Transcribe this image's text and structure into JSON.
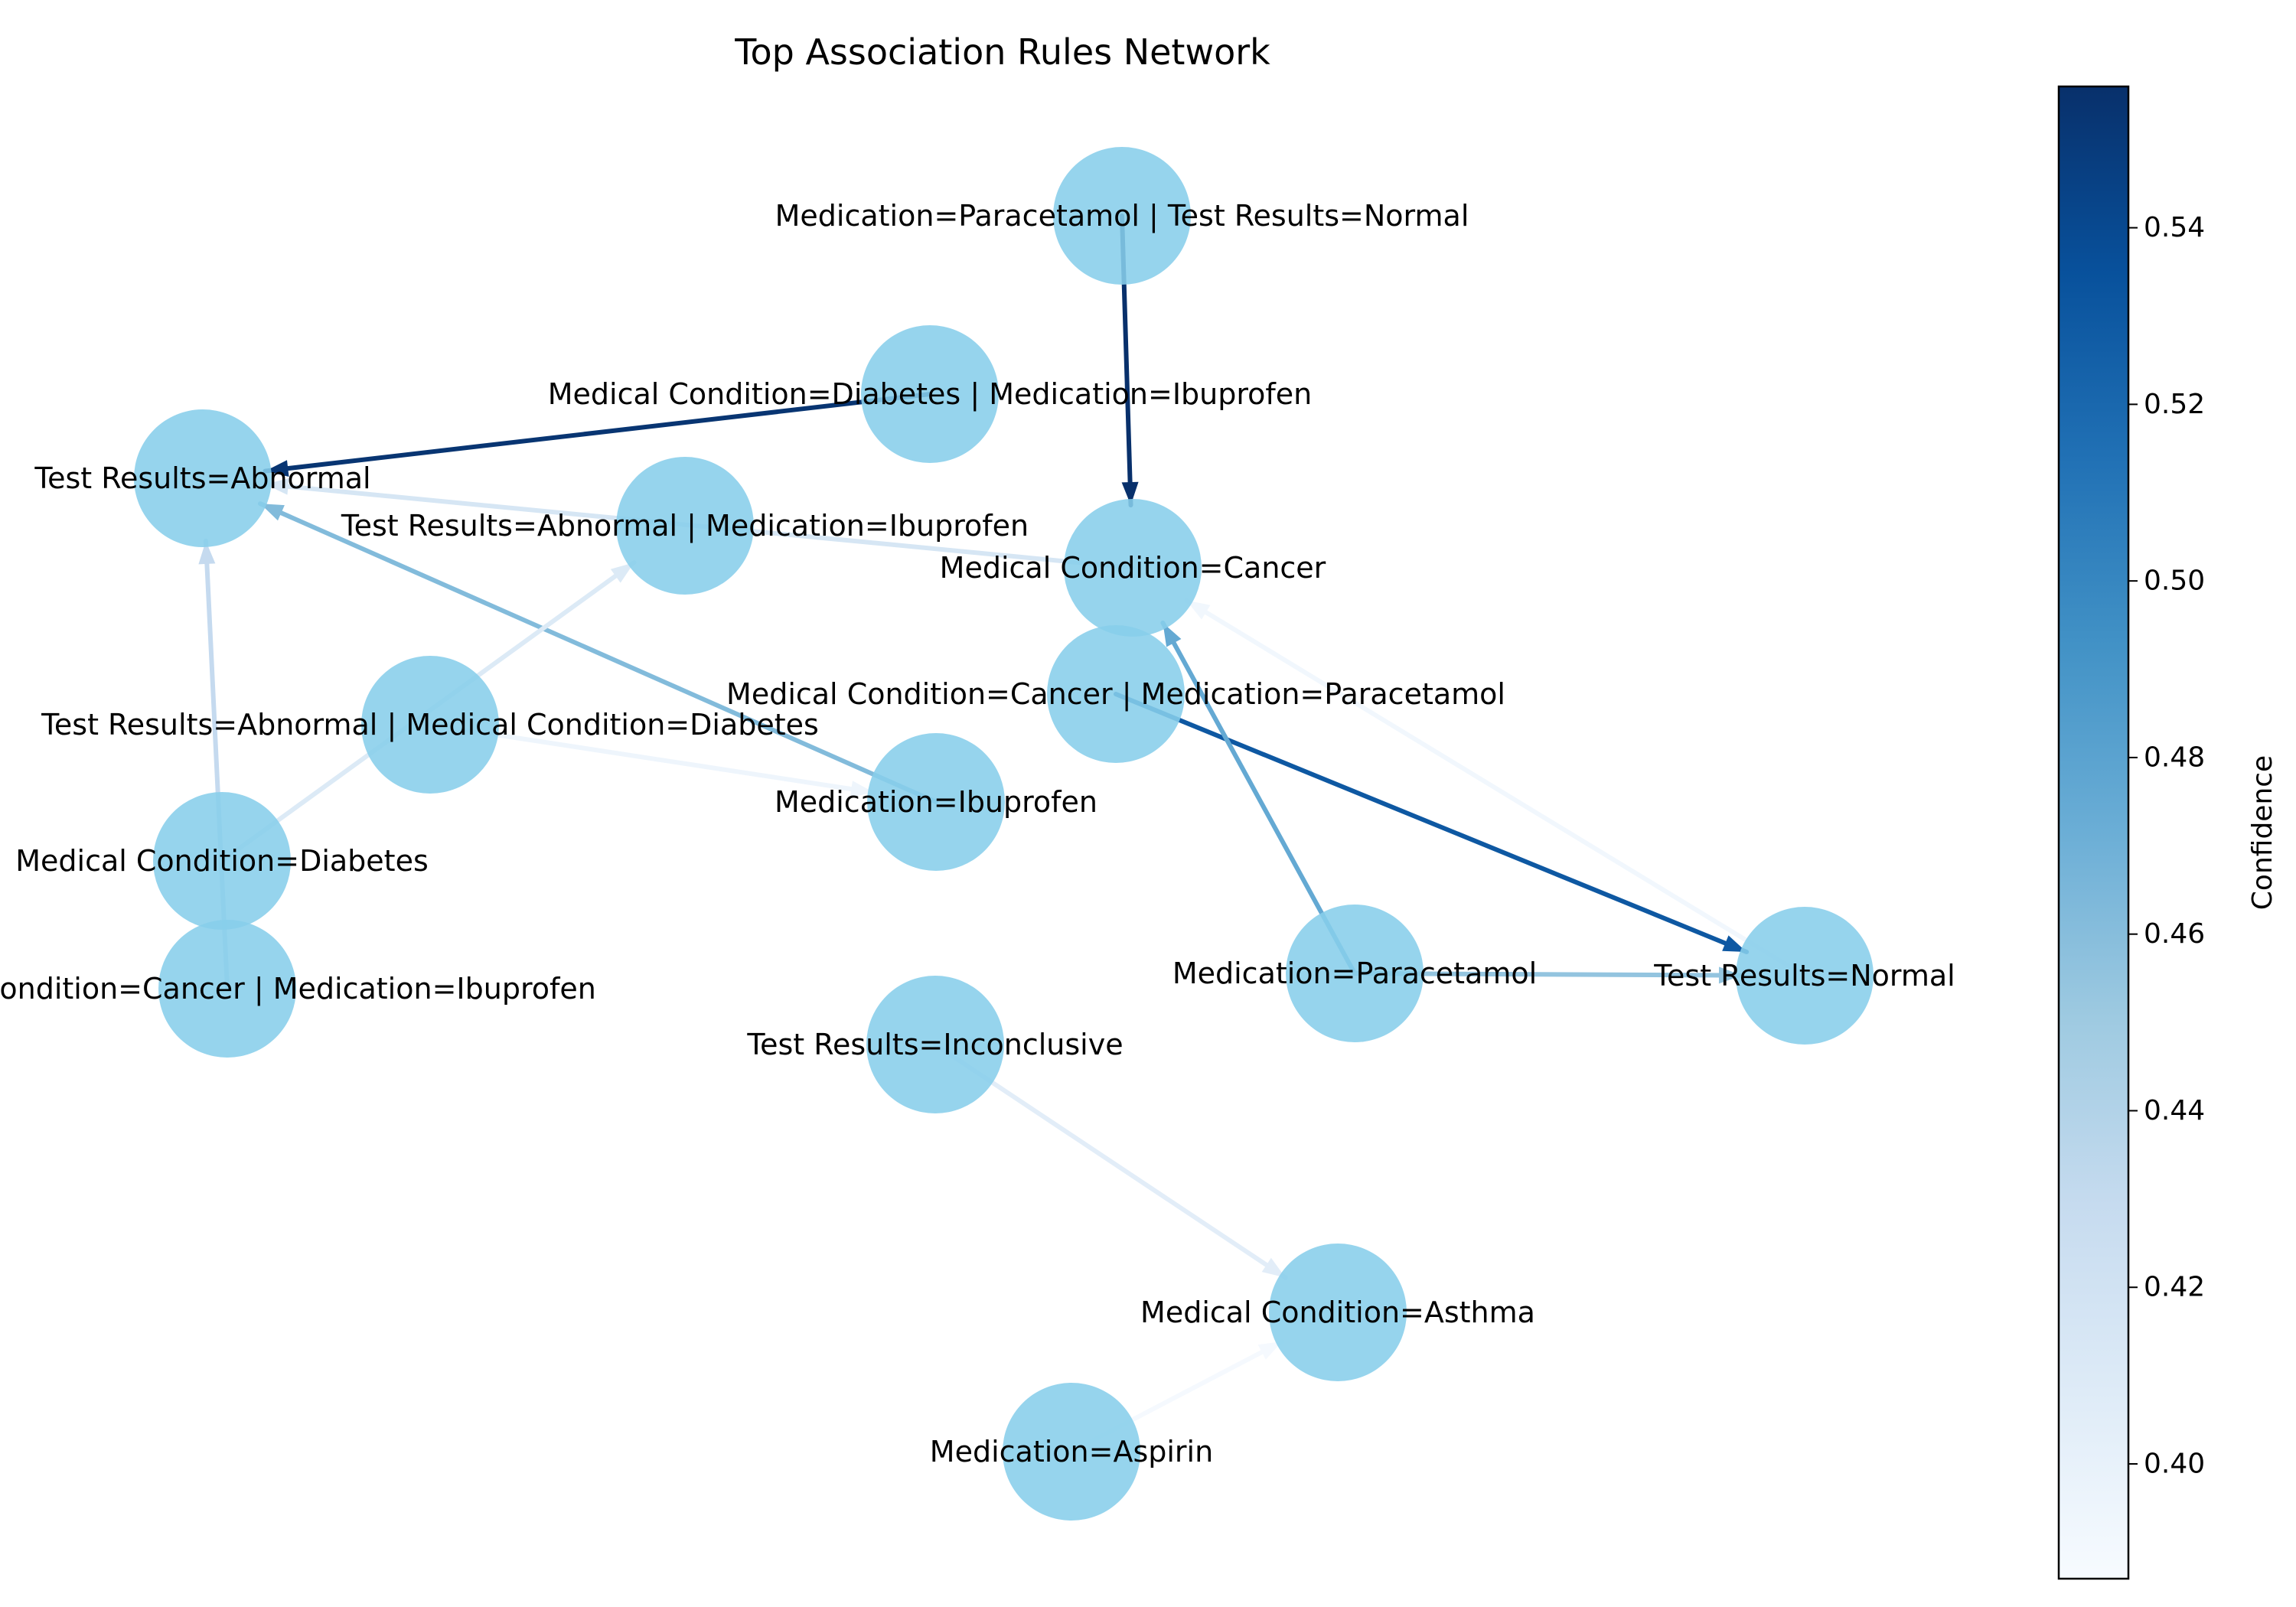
{
  "title": "Top Association Rules Network",
  "nodes": [
    {
      "id": "med_para_test_normal",
      "label": "Medication=Paracetamol | Test Results=Normal"
    },
    {
      "id": "diab_ibu",
      "label": "Medical Condition=Diabetes | Medication=Ibuprofen"
    },
    {
      "id": "test_abnormal",
      "label": "Test Results=Abnormal"
    },
    {
      "id": "abn_ibu",
      "label": "Test Results=Abnormal | Medication=Ibuprofen"
    },
    {
      "id": "cancer",
      "label": "Medical Condition=Cancer"
    },
    {
      "id": "cancer_para",
      "label": "Medical Condition=Cancer | Medication=Paracetamol"
    },
    {
      "id": "abn_diab",
      "label": "Test Results=Abnormal | Medical Condition=Diabetes"
    },
    {
      "id": "ibuprofen",
      "label": "Medication=Ibuprofen"
    },
    {
      "id": "diabetes",
      "label": "Medical Condition=Diabetes"
    },
    {
      "id": "cancer_ibu",
      "label": "Medical Condition=Cancer | Medication=Ibuprofen"
    },
    {
      "id": "paracetamol",
      "label": "Medication=Paracetamol"
    },
    {
      "id": "test_normal",
      "label": "Test Results=Normal"
    },
    {
      "id": "test_inconclusive",
      "label": "Test Results=Inconclusive"
    },
    {
      "id": "asthma",
      "label": "Medical Condition=Asthma"
    },
    {
      "id": "aspirin",
      "label": "Medication=Aspirin"
    }
  ],
  "edges": [
    {
      "source": "med_para_test_normal",
      "target": "cancer",
      "confidence": 0.556
    },
    {
      "source": "diab_ibu",
      "target": "test_abnormal",
      "confidence": 0.553
    },
    {
      "source": "cancer_para",
      "target": "test_normal",
      "confidence": 0.53
    },
    {
      "source": "paracetamol",
      "target": "cancer",
      "confidence": 0.475
    },
    {
      "source": "ibuprofen",
      "target": "test_abnormal",
      "confidence": 0.462
    },
    {
      "source": "paracetamol",
      "target": "test_normal",
      "confidence": 0.455
    },
    {
      "source": "cancer_ibu",
      "target": "test_abnormal",
      "confidence": 0.43
    },
    {
      "source": "cancer",
      "target": "test_abnormal",
      "confidence": 0.415
    },
    {
      "source": "diabetes",
      "target": "abn_ibu",
      "confidence": 0.41
    },
    {
      "source": "test_inconclusive",
      "target": "asthma",
      "confidence": 0.405
    },
    {
      "source": "abn_diab",
      "target": "ibuprofen",
      "confidence": 0.395
    },
    {
      "source": "test_normal",
      "target": "cancer",
      "confidence": 0.392
    },
    {
      "source": "aspirin",
      "target": "asthma",
      "confidence": 0.389
    }
  ],
  "colorbar": {
    "label": "Confidence",
    "min": 0.387,
    "max": 0.556,
    "ticks": [
      "0.40",
      "0.42",
      "0.44",
      "0.46",
      "0.48",
      "0.50",
      "0.52",
      "0.54"
    ],
    "colormap": "Blues"
  },
  "colors": {
    "node_fill": "#87ceeb",
    "background": "#ffffff"
  }
}
